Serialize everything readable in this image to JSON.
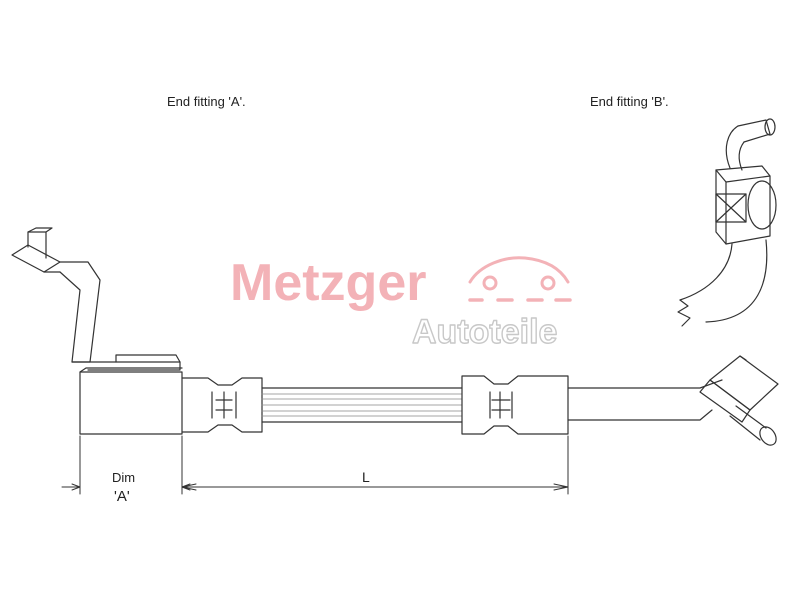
{
  "labels": {
    "end_fitting_a": "End fitting 'A'.",
    "end_fitting_b": "End fitting 'B'.",
    "dim_line1": "Dim",
    "dim_line2": "'A'",
    "length": "L"
  },
  "watermark": {
    "brand": "Metzger",
    "sub": "Autoteile",
    "color": "#f2a5ab",
    "sub_color": "#c8c8c8"
  },
  "line_color": "#333333"
}
